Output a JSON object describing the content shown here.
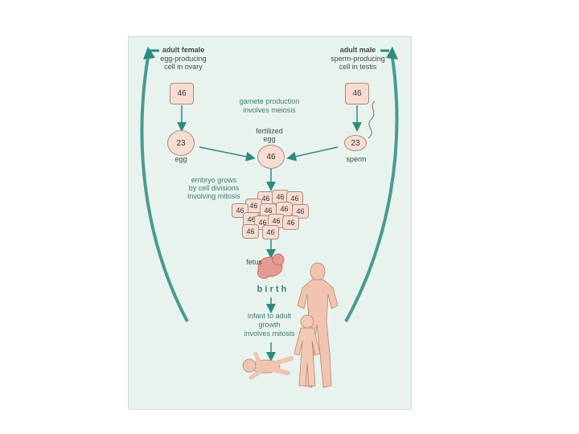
{
  "female": {
    "title": "adult female",
    "line1": "egg-producing",
    "line2": "cell in ovary",
    "cell_value": "46"
  },
  "male": {
    "title": "adult male",
    "line1": "sperm-producing",
    "line2": "cell in testis",
    "cell_value": "46"
  },
  "gamete": {
    "line1": "gamete production",
    "line2": "involves meiosis"
  },
  "egg": {
    "value": "23",
    "label": "egg"
  },
  "sperm": {
    "value": "23",
    "label": "sperm"
  },
  "fertilized": {
    "line1": "fertilized",
    "line2": "egg",
    "value": "46"
  },
  "embryo": {
    "line1": "embryo grows",
    "line2": "by cell divisions",
    "line3": "involving mitosis",
    "cell_value": "46"
  },
  "fetus": {
    "label": "fetus"
  },
  "birth": {
    "label": "b i r t h"
  },
  "growth": {
    "line1": "infant to adult",
    "line2": "growth",
    "line3": "involves mitosis"
  },
  "colors": {
    "panel": "#e9f3ee",
    "arrow": "#2e8a7e",
    "cell_fill": "#f6ddd2",
    "skin": "#f0c4b0"
  }
}
